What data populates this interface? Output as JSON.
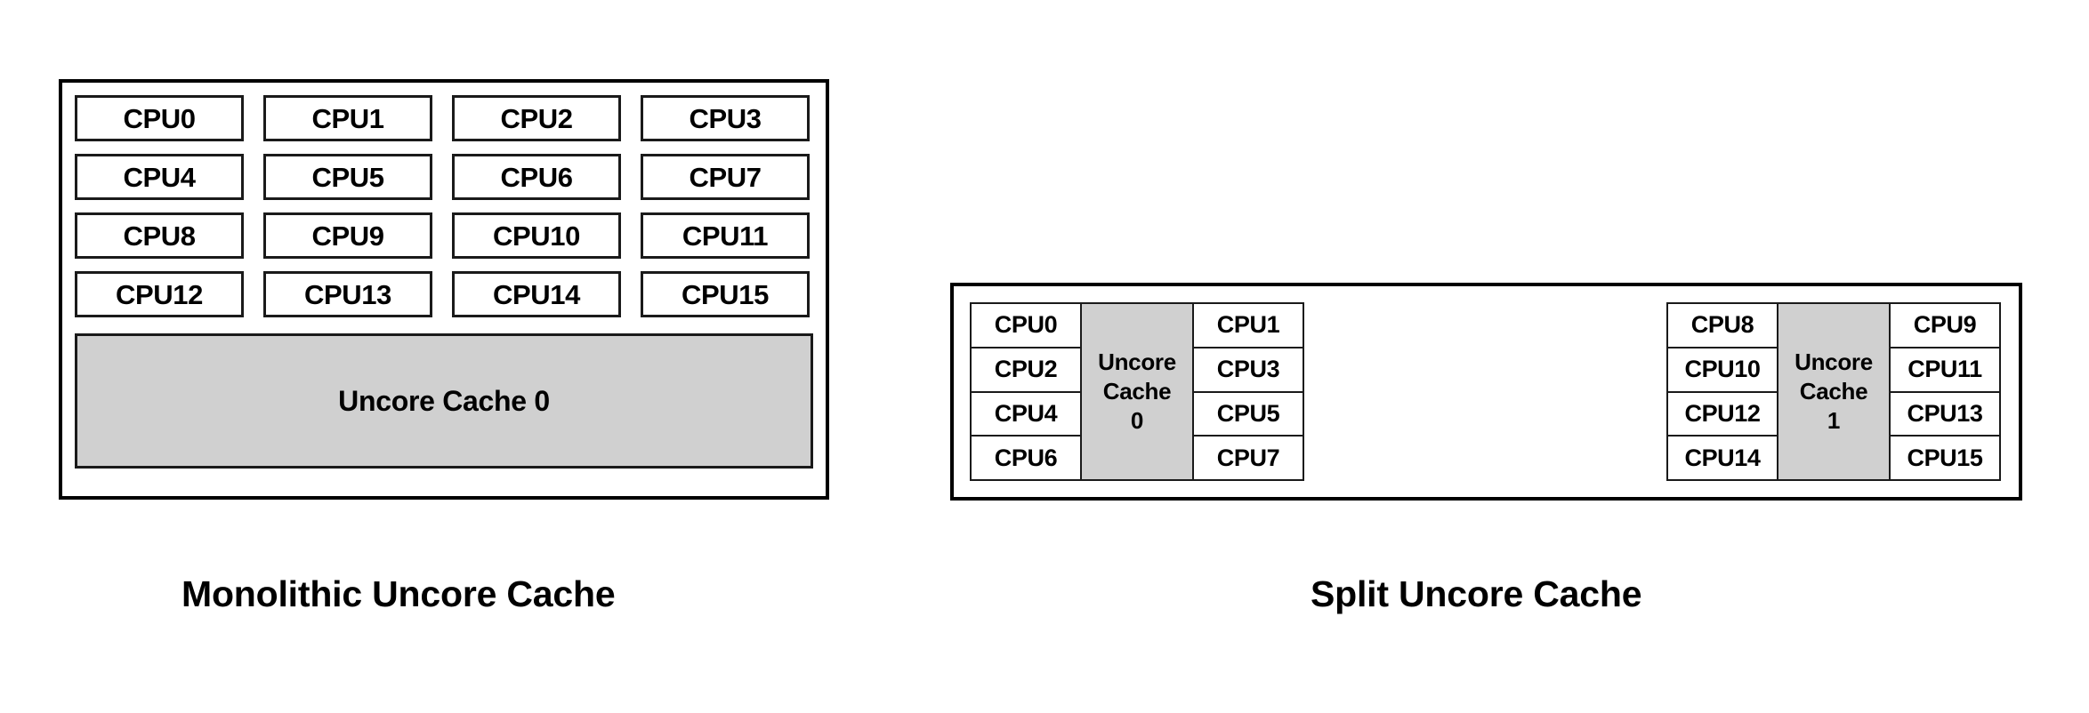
{
  "page": {
    "background_color": "#FFFFFF",
    "line_color": "#000000",
    "cache_fill_color": "#D0D0D0",
    "cell_fill_color": "#FFFFFF"
  },
  "figures": [
    {
      "id": "monolithic",
      "caption": "Monolithic Uncore Cache",
      "cpu_grid": [
        [
          "CPU0",
          "CPU1",
          "CPU2",
          "CPU3"
        ],
        [
          "CPU4",
          "CPU5",
          "CPU6",
          "CPU7"
        ],
        [
          "CPU8",
          "CPU9",
          "CPU10",
          "CPU11"
        ],
        [
          "CPU12",
          "CPU13",
          "CPU14",
          "CPU15"
        ]
      ],
      "cache": {
        "label": "Uncore Cache 0"
      }
    },
    {
      "id": "split",
      "caption": "Split Uncore Cache",
      "groups": [
        {
          "left_column": [
            "CPU0",
            "CPU2",
            "CPU4",
            "CPU6"
          ],
          "cache_lines": [
            "Uncore",
            "Cache",
            "0"
          ],
          "right_column": [
            "CPU1",
            "CPU3",
            "CPU5",
            "CPU7"
          ]
        },
        {
          "left_column": [
            "CPU8",
            "CPU10",
            "CPU12",
            "CPU14"
          ],
          "cache_lines": [
            "Uncore",
            "Cache",
            "1"
          ],
          "right_column": [
            "CPU9",
            "CPU11",
            "CPU13",
            "CPU15"
          ]
        }
      ]
    }
  ]
}
